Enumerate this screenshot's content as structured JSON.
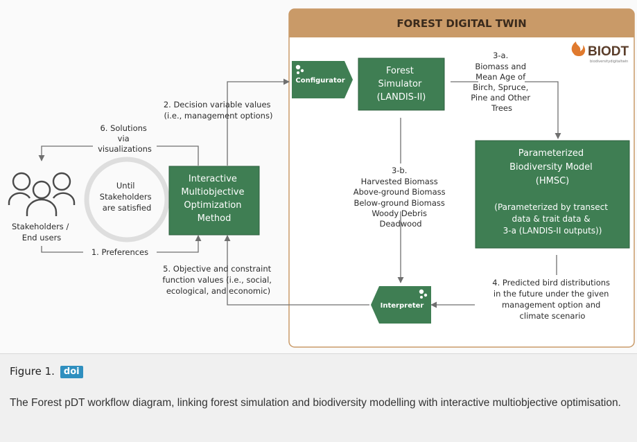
{
  "diagram": {
    "twin_title": "FOREST DIGITAL TWIN",
    "logo_text": "BIODT",
    "logo_subtext": "biodiversitydigitaltwin",
    "configurator": "Configurator",
    "interpreter": "Interpreter",
    "forest_simulator": [
      "Forest",
      "Simulator",
      "(LANDIS-II)"
    ],
    "biodiversity_model": [
      "Parameterized",
      "Biodiversity Model",
      "(HMSC)",
      "",
      "(Parameterized by transect",
      "data & trait data &",
      "3-a (LANDIS-II outputs))"
    ],
    "optimization_method": [
      "Interactive",
      "Multiobjective",
      "Optimization",
      "Method"
    ],
    "stakeholders_label": [
      "Stakeholders /",
      "End users"
    ],
    "cycle_label": [
      "Until",
      "Stakeholders",
      "are satisfied"
    ],
    "step_1": "1. Preferences",
    "step_2": [
      "2. Decision variable values",
      "(i.e., management options)"
    ],
    "step_3a": [
      "3-a.",
      "Biomass and",
      "Mean Age of",
      "Birch, Spruce,",
      "Pine and Other",
      "Trees"
    ],
    "step_3b": [
      "3-b.",
      "Harvested Biomass",
      "Above-ground Biomass",
      "Below-ground Biomass",
      "Woody Debris",
      "Deadwood"
    ],
    "step_4": [
      "4. Predicted bird distributions",
      "in the future under the given",
      "management option and",
      "climate scenario"
    ],
    "step_5": [
      "5. Objective and constraint",
      "function values (i.e., social,",
      "ecological, and economic)"
    ],
    "step_6": [
      "6. Solutions",
      "via",
      "visualizations"
    ]
  },
  "caption": {
    "figure_label": "Figure 1.",
    "doi_label": "doi",
    "text": "The Forest pDT workflow diagram, linking forest simulation and biodiversity modelling with interactive multiobjective optimisation."
  },
  "colors": {
    "box_green": "#3f7e53",
    "banner_tan": "#c99a68",
    "twin_border": "#c99a68",
    "arrow_gray": "#6f6f6f",
    "doi_blue": "#2f8fbf"
  }
}
